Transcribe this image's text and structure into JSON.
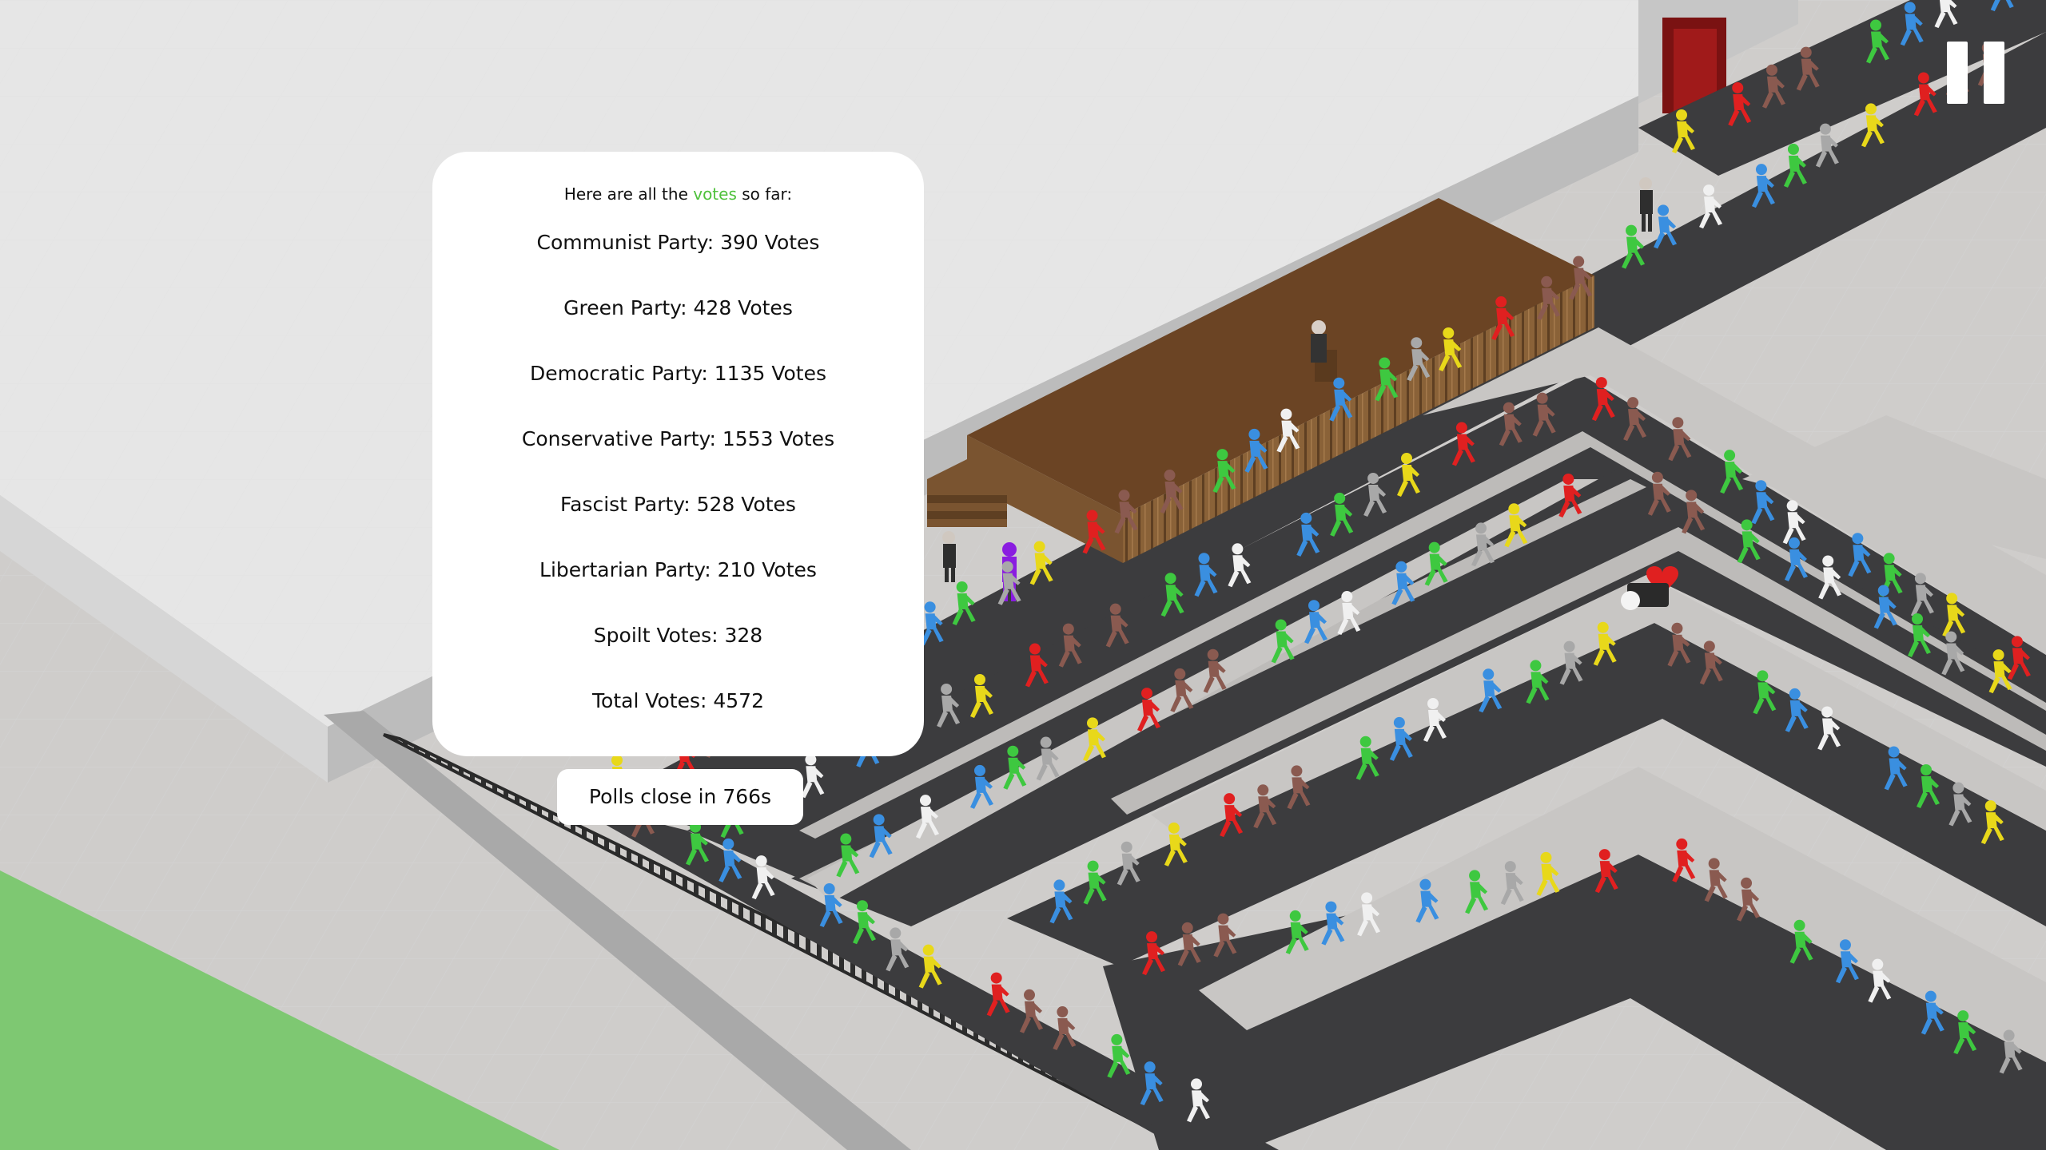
{
  "votes_panel": {
    "header_prefix": "Here are all the",
    "header_highlight": "votes",
    "header_suffix": "so far:",
    "highlight_color": "#4fc13c",
    "rows": [
      "Communist Party: 390 Votes",
      "Green Party: 428 Votes",
      "Democratic Party: 1135 Votes",
      "Conservative Party: 1553 Votes",
      "Fascist Party: 528 Votes",
      "Libertarian Party: 210 Votes",
      "Spoilt Votes: 328",
      "Total Votes: 4572"
    ]
  },
  "polls_close": "Polls close in 766s",
  "pause_button": {
    "icon": "pause-icon"
  },
  "colors": {
    "red": "#e02020",
    "green": "#3ec840",
    "blue": "#3a8fe0",
    "yellow": "#e8d81a",
    "brown": "#8a5a50",
    "white": "#f0f0f0",
    "grey": "#a8a8a8",
    "purple": "#8a1de0",
    "road": "#3c3c3e",
    "floor": "#c4c2c0",
    "stage": "#6b4424",
    "grass": "#7ec872"
  }
}
